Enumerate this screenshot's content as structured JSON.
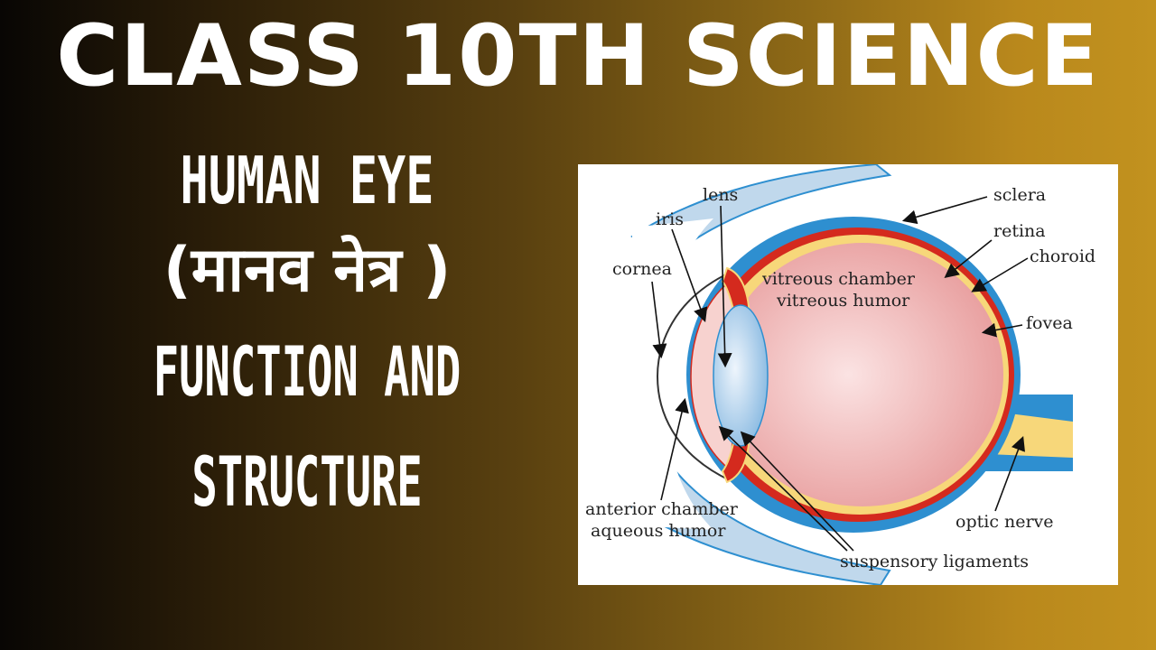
{
  "title": "CLASS 10TH SCIENCE",
  "subtitle": {
    "line1": "HUMAN EYE",
    "line2": "(मानव नेत्र )",
    "line3": "FUNCTION AND",
    "line4": "STRUCTURE"
  },
  "diagram": {
    "labels": {
      "lens": "lens",
      "iris": "iris",
      "cornea": "cornea",
      "sclera": "sclera",
      "retina": "retina",
      "choroid": "choroid",
      "fovea": "fovea",
      "vitreous_chamber": "vitreous chamber",
      "vitreous_humor": "vitreous humor",
      "anterior_chamber": "anterior chamber",
      "aqueous_humor": "aqueous humor",
      "optic_nerve": "optic nerve",
      "suspensory_ligaments": "suspensory ligaments"
    },
    "colors": {
      "sclera": "#2e8fd0",
      "choroid": "#d42a1e",
      "retina": "#f7d77a",
      "vitreous": "#f0b6b6",
      "lens": "#b9d6ee",
      "muscle": "#c0d8ec"
    }
  }
}
